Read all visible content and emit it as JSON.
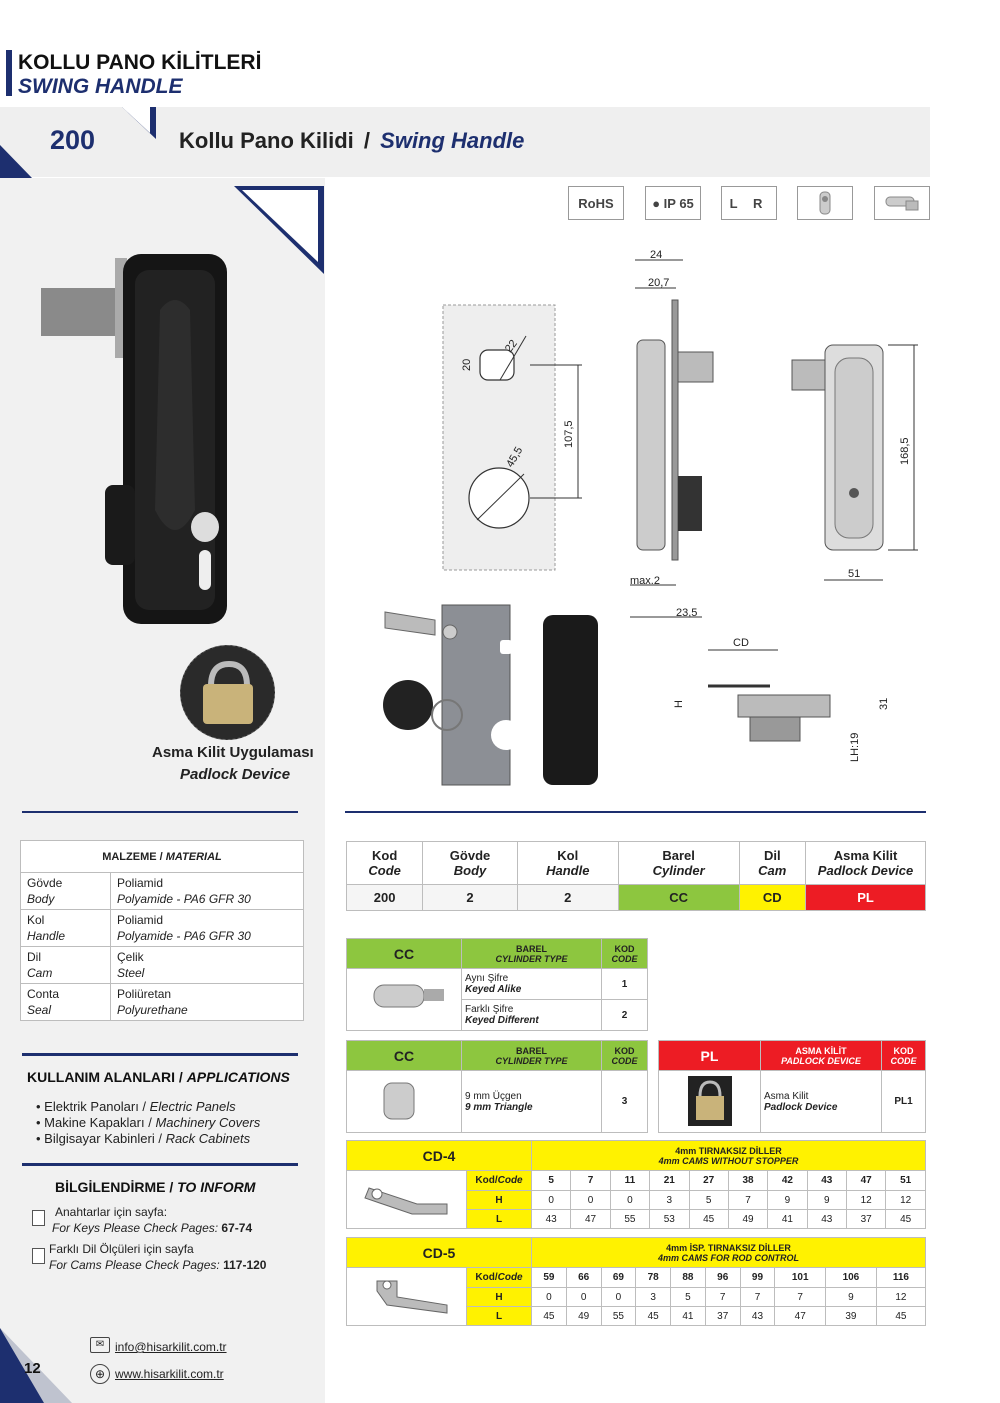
{
  "header": {
    "title_tr": "KOLLU PANO KİLİTLERİ",
    "title_en": "SWING HANDLE",
    "product_no": "200",
    "product_name_tr": "Kollu Pano Kilidi",
    "separator": "/",
    "product_name_en": "Swing Handle"
  },
  "feature_icons": [
    {
      "label": "RoHS",
      "icon": "rohs-icon"
    },
    {
      "label": "IP 65",
      "icon": "ip65-icon"
    },
    {
      "label": "L R",
      "icon": "left-right-icon"
    },
    {
      "label": "",
      "icon": "cylinder-icon"
    },
    {
      "label": "",
      "icon": "cam-icon"
    }
  ],
  "drawing": {
    "dims": [
      "24",
      "20,7",
      "20",
      "22",
      "107,5",
      "45,5",
      "168,5",
      "51",
      "max.2",
      "23,5",
      "CD",
      "H",
      "31",
      "LH:19"
    ]
  },
  "padlock": {
    "label_tr": "Asma Kilit Uygulaması",
    "label_en": "Padlock Device"
  },
  "material": {
    "header_tr": "MALZEME /",
    "header_en": "MATERIAL",
    "rows": [
      {
        "part_tr": "Gövde",
        "part_en": "Body",
        "mat_tr": "Poliamid",
        "mat_en": "Polyamide - PA6 GFR 30"
      },
      {
        "part_tr": "Kol",
        "part_en": "Handle",
        "mat_tr": "Poliamid",
        "mat_en": "Polyamide - PA6 GFR 30"
      },
      {
        "part_tr": "Dil",
        "part_en": "Cam",
        "mat_tr": "Çelik",
        "mat_en": "Steel"
      },
      {
        "part_tr": "Conta",
        "part_en": "Seal",
        "mat_tr": "Poliüretan",
        "mat_en": "Polyurethane"
      }
    ]
  },
  "applications": {
    "title_tr": "KULLANIM ALANLARI /",
    "title_en": "APPLICATIONS",
    "items": [
      {
        "tr": "• Elektrik Panoları /",
        "en": "Electric Panels"
      },
      {
        "tr": "• Makine Kapakları /",
        "en": "Machinery Covers"
      },
      {
        "tr": "• Bilgisayar Kabinleri /",
        "en": "Rack Cabinets"
      }
    ]
  },
  "inform": {
    "title_tr": "BİLGİLENDİRME /",
    "title_en": "TO INFORM",
    "items": [
      {
        "tr": "Anahtarlar için sayfa:",
        "en": "For Keys Please Check Pages:",
        "pages": "67-74"
      },
      {
        "tr": "Farklı Dil Ölçüleri için sayfa",
        "en": "For Cams Please Check Pages:",
        "pages": "117-120"
      }
    ]
  },
  "footer": {
    "page": "12",
    "email": "info@hisarkilit.com.tr",
    "web": "www.hisarkilit.com.tr"
  },
  "code_table": {
    "headers": [
      {
        "tr": "Kod",
        "en": "Code"
      },
      {
        "tr": "Gövde",
        "en": "Body"
      },
      {
        "tr": "Kol",
        "en": "Handle"
      },
      {
        "tr": "Barel",
        "en": "Cylinder"
      },
      {
        "tr": "Dil",
        "en": "Cam"
      },
      {
        "tr": "Asma Kilit",
        "en": "Padlock Device"
      }
    ],
    "values": [
      "200",
      "2",
      "2",
      "CC",
      "CD",
      "PL"
    ]
  },
  "cc1": {
    "code": "CC",
    "type_tr": "BAREL",
    "type_en": "CYLINDER TYPE",
    "kod_tr": "KOD",
    "kod_en": "CODE",
    "rows": [
      {
        "tr": "Aynı Şifre",
        "en": "Keyed Alike",
        "code": "1"
      },
      {
        "tr": "Farklı Şifre",
        "en": "Keyed Different",
        "code": "2"
      }
    ]
  },
  "cc2": {
    "code": "CC",
    "type_tr": "BAREL",
    "type_en": "CYLINDER TYPE",
    "kod_tr": "KOD",
    "kod_en": "CODE",
    "rows": [
      {
        "tr": "9 mm Üçgen",
        "en": "9 mm Triangle",
        "code": "3"
      }
    ]
  },
  "pl": {
    "code": "PL",
    "type_tr": "ASMA KİLİT",
    "type_en": "PADLOCK DEVICE",
    "kod_tr": "KOD",
    "kod_en": "CODE",
    "rows": [
      {
        "tr": "Asma Kilit",
        "en": "Padlock Device",
        "code": "PL1"
      }
    ]
  },
  "cd4": {
    "code": "CD-4",
    "title_tr": "4mm TIRNAKSIZ DİLLER",
    "title_en": "4mm CAMS WITHOUT STOPPER",
    "kod": "Kod/",
    "code_en": "Code",
    "codes": [
      "5",
      "7",
      "11",
      "21",
      "27",
      "38",
      "42",
      "43",
      "47",
      "51"
    ],
    "H": [
      "0",
      "0",
      "0",
      "3",
      "5",
      "7",
      "9",
      "9",
      "12",
      "12"
    ],
    "L": [
      "43",
      "47",
      "55",
      "53",
      "45",
      "49",
      "41",
      "43",
      "37",
      "45"
    ]
  },
  "cd5": {
    "code": "CD-5",
    "title_tr": "4mm İSP. TIRNAKSIZ DİLLER",
    "title_en": "4mm CAMS FOR ROD CONTROL",
    "kod": "Kod/",
    "code_en": "Code",
    "codes": [
      "59",
      "66",
      "69",
      "78",
      "88",
      "96",
      "99",
      "101",
      "106",
      "116"
    ],
    "H": [
      "0",
      "0",
      "0",
      "3",
      "5",
      "7",
      "7",
      "7",
      "9",
      "12"
    ],
    "L": [
      "45",
      "49",
      "55",
      "45",
      "41",
      "37",
      "43",
      "47",
      "39",
      "45"
    ]
  },
  "row_labels": {
    "H": "H",
    "L": "L"
  }
}
